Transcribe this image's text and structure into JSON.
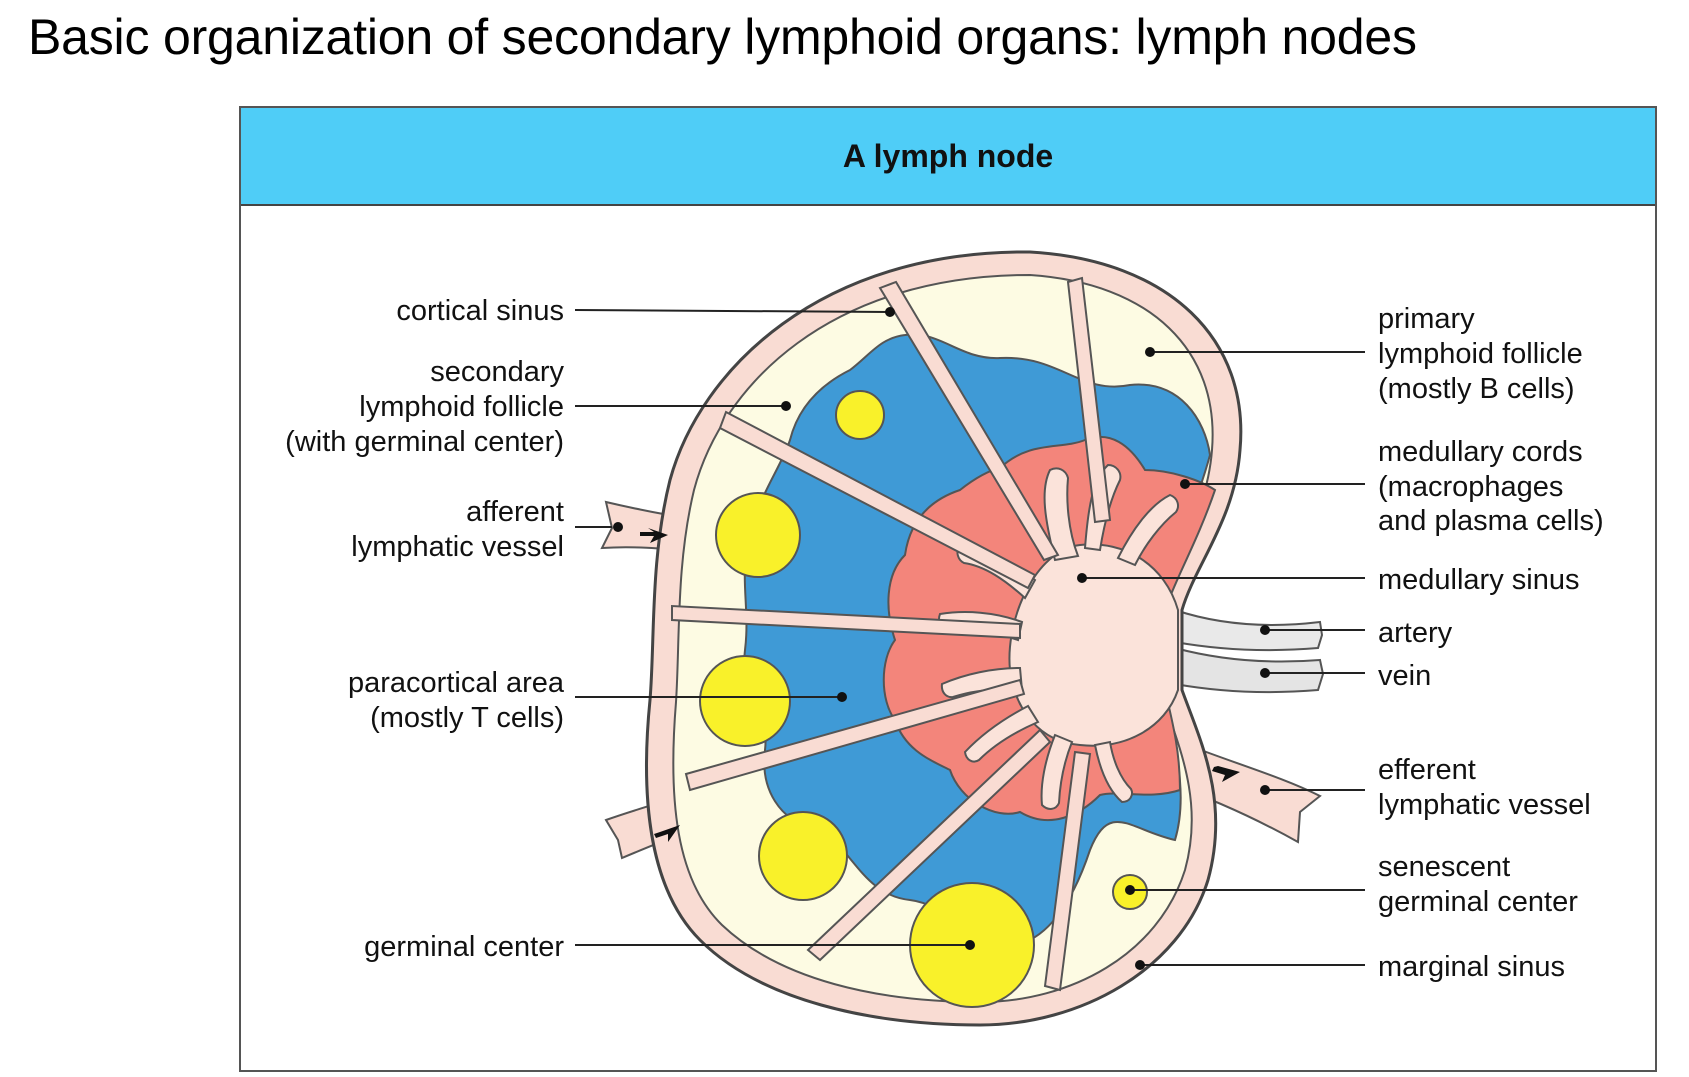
{
  "slide": {
    "title": "Basic organization of secondary lymphoid organs: lymph nodes"
  },
  "figure": {
    "title": "A lymph node"
  },
  "labels": {
    "cortical_sinus": [
      "cortical sinus"
    ],
    "secondary_follicle": [
      "secondary",
      "lymphoid follicle",
      "(with germinal center)"
    ],
    "afferent_vessel": [
      "afferent",
      "lymphatic vessel"
    ],
    "paracortical_area": [
      "paracortical area",
      "(mostly T cells)"
    ],
    "germinal_center": [
      "germinal center"
    ],
    "primary_follicle": [
      "primary",
      "lymphoid follicle",
      "(mostly B cells)"
    ],
    "medullary_cords": [
      "medullary cords",
      "(macrophages",
      "and plasma cells)"
    ],
    "medullary_sinus": [
      "medullary sinus"
    ],
    "artery": [
      "artery"
    ],
    "vein": [
      "vein"
    ],
    "efferent_vessel": [
      "efferent",
      "lymphatic vessel"
    ],
    "senescent_gc": [
      "senescent",
      "germinal center"
    ],
    "marginal_sinus": [
      "marginal sinus"
    ]
  },
  "colors": {
    "header": "#4fcdf7",
    "capsule": "#f9dcd3",
    "follicle": "#fdfbe3",
    "germinal_center": "#f9f12a",
    "paracortex": "#3f9ad6",
    "medullary_cords": "#f3857b",
    "medullary_sinus": "#fbe3da",
    "vessels": "#e9e9e9"
  }
}
